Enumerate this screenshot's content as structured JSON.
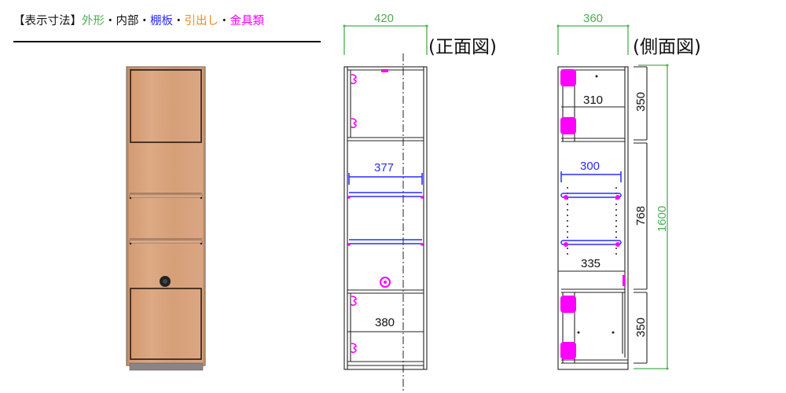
{
  "legend": {
    "prefix": "【表示寸法】",
    "items": [
      {
        "label": "外形",
        "color": "#4caf50"
      },
      {
        "label": "・",
        "color": "#111111"
      },
      {
        "label": "内部",
        "color": "#111111"
      },
      {
        "label": "・",
        "color": "#111111"
      },
      {
        "label": "棚板",
        "color": "#2b2bff"
      },
      {
        "label": "・",
        "color": "#111111"
      },
      {
        "label": "引出し",
        "color": "#f08a24"
      },
      {
        "label": "・",
        "color": "#111111"
      },
      {
        "label": "金具類",
        "color": "#ff00ff"
      }
    ]
  },
  "front_view": {
    "title": "(正面図)",
    "outer_width": "420",
    "shelf_width": "377",
    "inner_width": "380"
  },
  "side_view": {
    "title": "(側面図)",
    "outer_depth": "360",
    "top_inner_depth": "310",
    "shelf_depth": "300",
    "middle_inner_depth": "335",
    "top_height": "350",
    "middle_height": "768",
    "bottom_height": "350",
    "total_height": "1600"
  },
  "colors": {
    "outer": "#4caf50",
    "inner": "#111111",
    "shelf": "#2b2bff",
    "drawer": "#f08a24",
    "hardware": "#ff00ff",
    "wood": "#d9a27c",
    "plinth": "#8a8486"
  }
}
